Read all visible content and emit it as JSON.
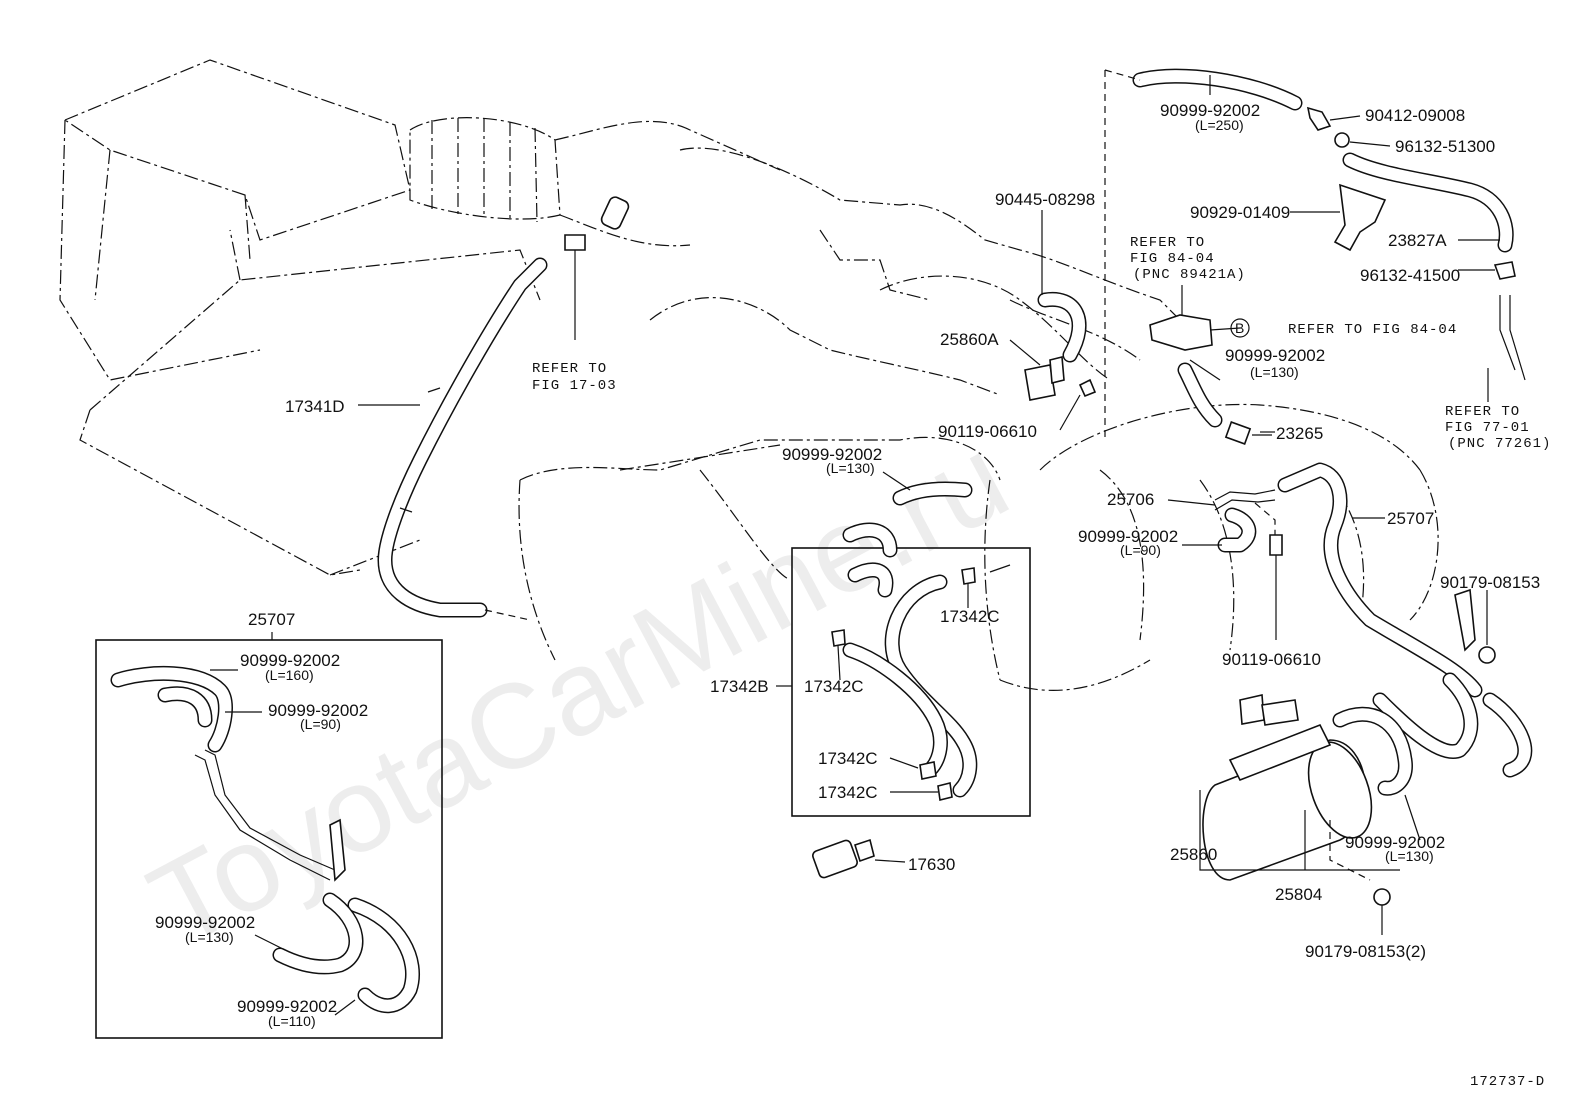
{
  "watermark": "ToyotaCarMine.ru",
  "figure_code": "172737-D",
  "parts": {
    "p_90999_92002_250": "90999-92002",
    "p_90999_92002_250_len": "(L=250)",
    "p_90412_09008": "90412-09008",
    "p_96132_51300": "96132-51300",
    "p_90445_08298": "90445-08298",
    "p_90929_01409": "90929-01409",
    "p_23827A": "23827A",
    "p_96132_41500": "96132-41500",
    "p_25860A": "25860A",
    "p_90999_92002_130a": "90999-92002",
    "p_90999_92002_130a_len": "(L=130)",
    "p_90119_06610a": "90119-06610",
    "p_23265": "23265",
    "p_17341D": "17341D",
    "p_90999_92002_130b": "90999-92002",
    "p_90999_92002_130b_len": "(L=130)",
    "p_25706": "25706",
    "p_25707a": "25707",
    "p_90999_92002_90a": "90999-92002",
    "p_90999_92002_90a_len": "(L=90)",
    "p_90179_08153": "90179-08153",
    "p_90119_06610b": "90119-06610",
    "p_17342C_1": "17342C",
    "p_17342B": "17342B",
    "p_17342C_2": "17342C",
    "p_17342C_3": "17342C",
    "p_17342C_4": "17342C",
    "p_17630": "17630",
    "p_25707b": "25707",
    "p_90999_92002_160": "90999-92002",
    "p_90999_92002_160_len": "(L=160)",
    "p_90999_92002_90b": "90999-92002",
    "p_90999_92002_90b_len": "(L=90)",
    "p_90999_92002_130c": "90999-92002",
    "p_90999_92002_130c_len": "(L=130)",
    "p_90999_92002_110": "90999-92002",
    "p_90999_92002_110_len": "(L=110)",
    "p_25860": "25860",
    "p_25804": "25804",
    "p_90999_92002_130d": "90999-92002",
    "p_90999_92002_130d_len": "(L=130)",
    "p_90179_08153_2": "90179-08153(2)"
  },
  "refs": {
    "fig_17_03_l1": "REFER TO",
    "fig_17_03_l2": "FIG 17-03",
    "fig_84_04_l1": "REFER TO",
    "fig_84_04_l2": "FIG 84-04",
    "fig_84_04_l3": "(PNC 89421A)",
    "fig_84_04_b_mark": "B",
    "fig_84_04_b_text": "REFER TO FIG 84-04",
    "fig_77_01_l1": "REFER TO",
    "fig_77_01_l2": "FIG 77-01",
    "fig_77_01_l3": "(PNC 77261)"
  }
}
